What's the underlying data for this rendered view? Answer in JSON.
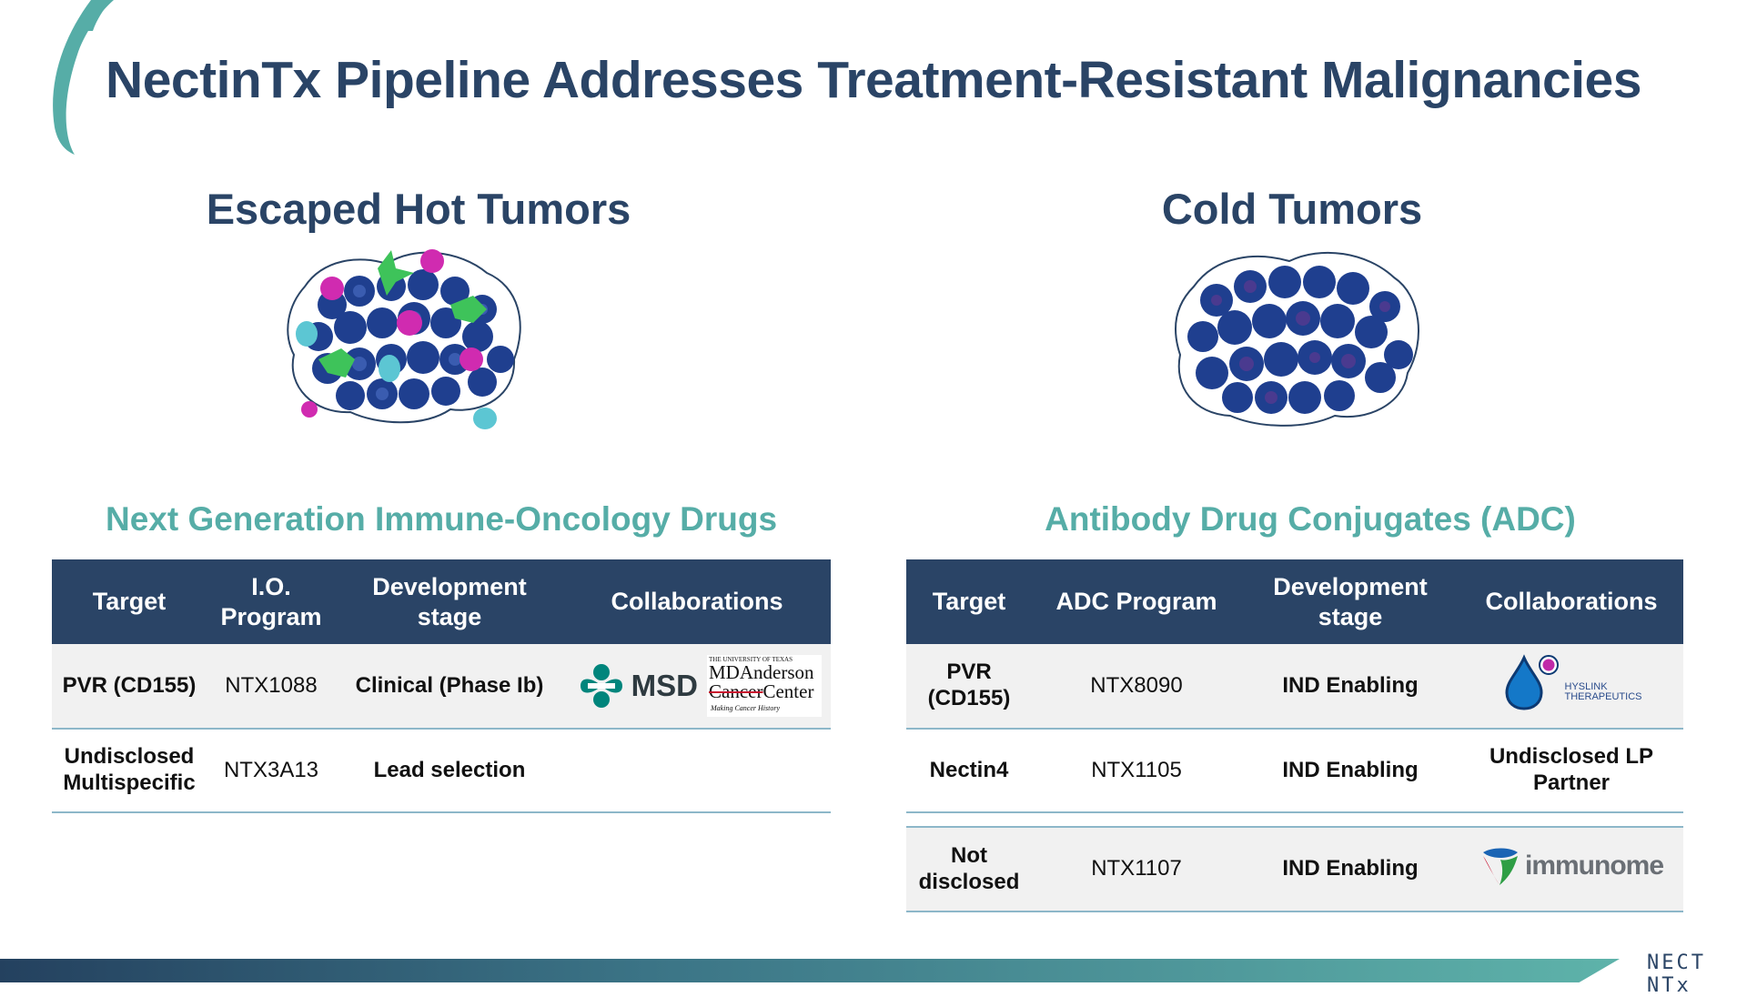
{
  "slide": {
    "title": "NectinTx Pipeline Addresses Treatment-Resistant Malignancies",
    "left_section_title": "Escaped Hot Tumors",
    "right_section_title": "Cold Tumors",
    "footer_logo": "NECT NTx"
  },
  "left_table": {
    "subtitle": "Next Generation Immune-Oncology Drugs",
    "headers": [
      "Target",
      "I.O. Program",
      "Development stage",
      "Collaborations"
    ],
    "rows": [
      {
        "target": "PVR (CD155)",
        "program": "NTX1088",
        "stage": "Clinical (Phase Ib)",
        "collab_logos": [
          "MSD",
          "MD Anderson Cancer Center"
        ]
      },
      {
        "target": "Undisclosed Multispecific",
        "program": "NTX3A13",
        "stage": "Lead selection",
        "collab": ""
      }
    ],
    "logo_text": {
      "msd": "MSD",
      "mda_top": "THE UNIVERSITY OF TEXAS",
      "mda_line1": "MDAnderson",
      "mda_line2a": "Cancer",
      "mda_line2b": "Center",
      "mda_tagline": "Making Cancer History"
    }
  },
  "right_table": {
    "subtitle": "Antibody Drug Conjugates (ADC)",
    "headers": [
      "Target",
      "ADC Program",
      "Development stage",
      "Collaborations"
    ],
    "rows": [
      {
        "target": "PVR (CD155)",
        "program": "NTX8090",
        "stage": "IND Enabling",
        "collab_logo": "HYSLINK THERAPEUTICS"
      },
      {
        "target": "Nectin4",
        "program": "NTX1105",
        "stage": "IND Enabling",
        "collab": "Undisclosed LP Partner"
      },
      {
        "target": "Not disclosed",
        "program": "NTX1107",
        "stage": "IND Enabling",
        "collab_logo": "immunome"
      }
    ],
    "logo_text": {
      "hyslink_line1": "HYSLINK",
      "hyslink_line2": "THERAPEUTICS",
      "immunome": "immunome"
    }
  },
  "colors": {
    "navy": "#2a4466",
    "teal": "#56ada7",
    "row_shade": "#f1f1f1",
    "msd_green": "#00857c"
  }
}
